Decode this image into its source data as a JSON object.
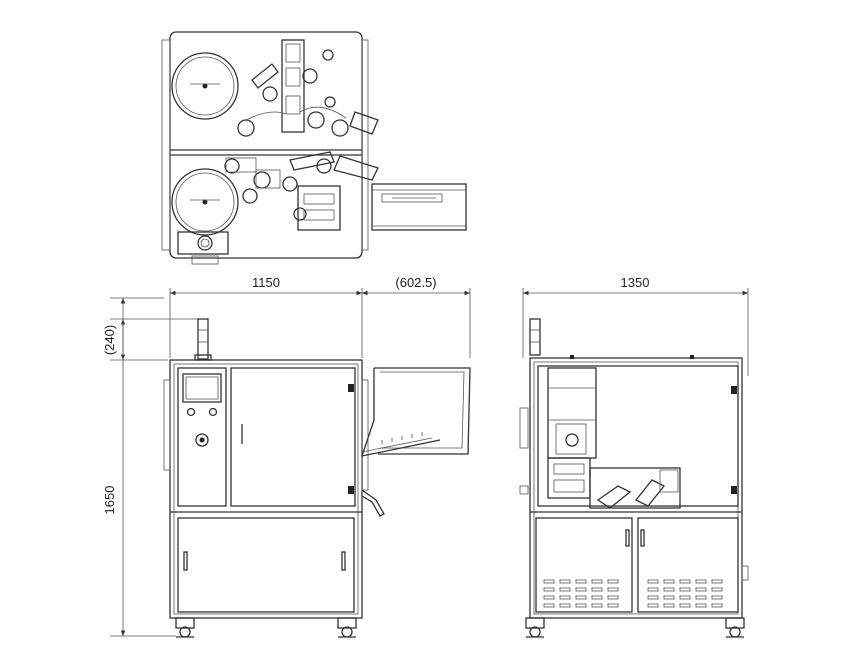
{
  "views": {
    "top": {
      "label": ""
    },
    "front": {
      "label": ""
    },
    "side": {
      "label": ""
    }
  },
  "dimensions": {
    "front_width": "1150",
    "extension_width": "(602.5)",
    "side_width": "1350",
    "beacon_height": "(240)",
    "total_height": "1650"
  },
  "colors": {
    "line": "#333333",
    "background": "#ffffff"
  }
}
